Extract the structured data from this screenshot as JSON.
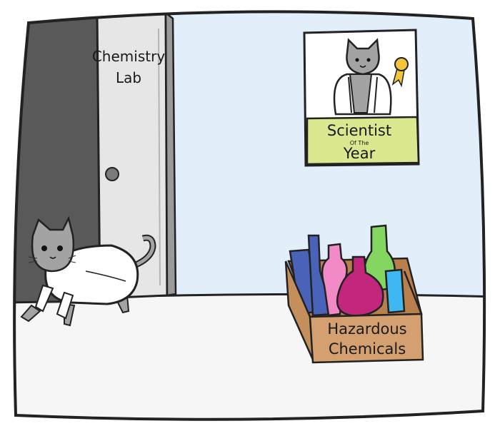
{
  "door": {
    "sign_line1": "Chemistry",
    "sign_line2": "Lab"
  },
  "poster": {
    "line1": "Scientist",
    "line2": "Of The",
    "line3": "Year"
  },
  "box": {
    "line1": "Hazardous",
    "line2": "Chemicals"
  },
  "colors": {
    "wall": "#e3eefb",
    "floor": "#f6f6f6",
    "door_dark": "#595959",
    "door": "#e6e6e6",
    "poster_banner": "#dbe88f",
    "box": "#d4a070",
    "flask_blue": "#4a63b8",
    "flask_pink": "#f28ac8",
    "flask_magenta": "#c2277c",
    "flask_green": "#85d660",
    "flask_cyan": "#3fb7f0",
    "cat_gray": "#a3a3a3"
  },
  "icons": [
    "cat-icon",
    "ribbon-award-icon",
    "flask-icon"
  ]
}
